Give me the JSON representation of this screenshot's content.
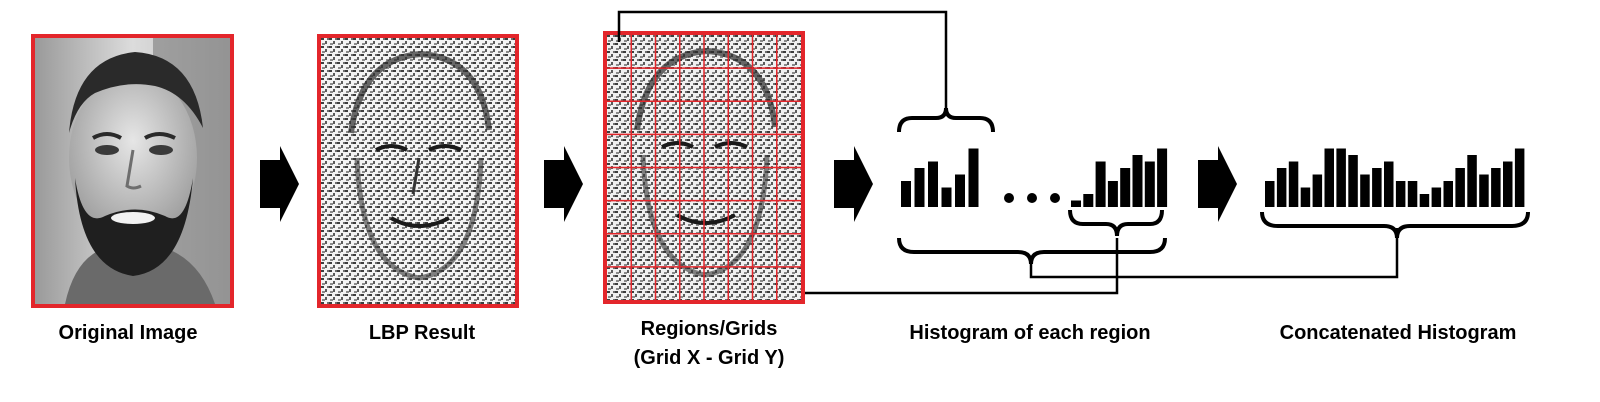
{
  "stages": [
    {
      "label": "Original Image"
    },
    {
      "label": "LBP Result"
    },
    {
      "label_line1": "Regions/Grids",
      "label_line2": "(Grid X - Grid Y)"
    },
    {
      "label": "Histogram of each region"
    },
    {
      "label": "Concatenated Histogram"
    }
  ],
  "grid": {
    "columns": 8,
    "rows": 8
  },
  "histogram_first_region": [
    4,
    6,
    7,
    3,
    5,
    9
  ],
  "histogram_last_region": [
    1,
    2,
    7,
    4,
    6,
    8,
    7,
    9
  ],
  "histogram_concatenated": [
    4,
    6,
    7,
    3,
    5,
    9,
    9,
    8,
    5,
    6,
    7,
    4,
    4,
    2,
    3,
    4,
    6,
    8,
    5,
    6,
    7,
    9
  ],
  "colors": {
    "frame": "#e3262b",
    "ink": "#000000"
  }
}
